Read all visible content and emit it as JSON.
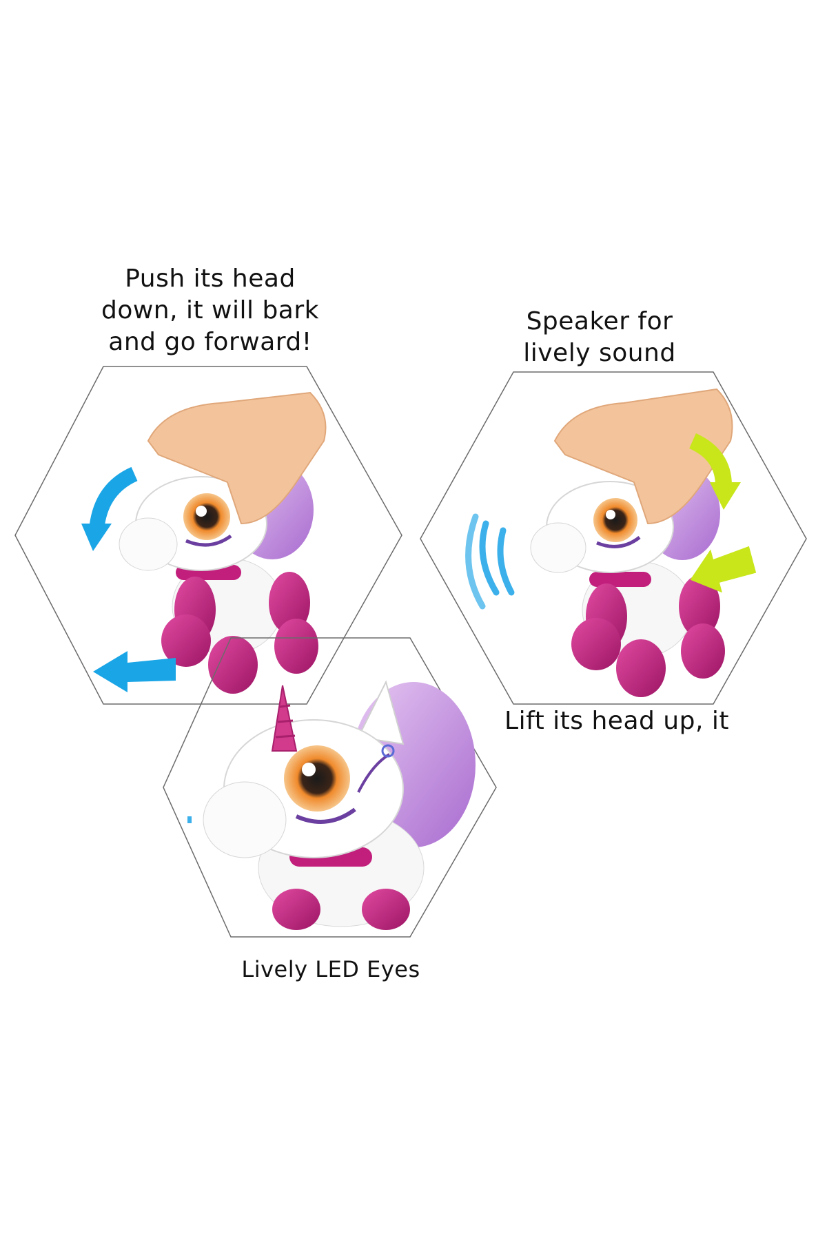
{
  "captions": {
    "push_head": "Push its head\ndown, it will bark\nand go forward!",
    "speaker": "Speaker for\nlively sound",
    "lift_head": "Lift its head up, it",
    "led_eyes": "Lively LED Eyes"
  },
  "colors": {
    "background": "#ffffff",
    "hexagon_outline": "#6b6b6b",
    "toy_body": "#ffffff",
    "toy_pink": "#c21f7d",
    "mane_lilac": "#c99be0",
    "eye_orange": "#f08a2c",
    "arrow_blue": "#1aa5e6",
    "arrow_lime": "#c8e61a",
    "skin": "#f3c49c"
  },
  "icons": {
    "push_arrow": "curved-arrow-down-icon",
    "forward_arrow": "arrow-left-icon",
    "sound_waves": "sound-waves-icon",
    "lift_arrows": "curved-arrow-lime-icon"
  }
}
